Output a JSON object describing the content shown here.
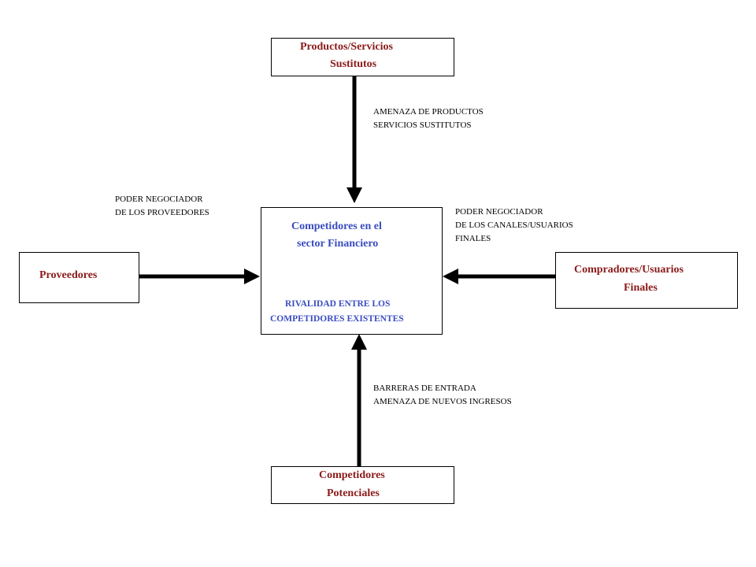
{
  "top_box": {
    "line1": "Productos/Servicios",
    "line2": "Sustitutos"
  },
  "top_label": {
    "line1": "AMENAZA DE PRODUCTOS",
    "line2": "SERVICIOS SUSTITUTOS"
  },
  "left_box": {
    "label": "Proveedores"
  },
  "left_label": {
    "line1": "PODER NEGOCIADOR",
    "line2": "DE LOS PROVEEDORES"
  },
  "center_box": {
    "line1": "Competidores en el",
    "line2": "sector Financiero",
    "rivalry1": "RIVALIDAD ENTRE LOS",
    "rivalry2": "COMPETIDORES EXISTENTES"
  },
  "right_box": {
    "line1": "Compradores/Usuarios",
    "line2": "Finales"
  },
  "right_label": {
    "line1": "PODER NEGOCIADOR",
    "line2": "DE LOS CANALES/USUARIOS",
    "line3": "FINALES"
  },
  "bottom_box": {
    "line1": "Competidores",
    "line2": "Potenciales"
  },
  "bottom_label": {
    "line1": "BARRERAS DE ENTRADA",
    "line2": "AMENAZA DE NUEVOS INGRESOS"
  }
}
